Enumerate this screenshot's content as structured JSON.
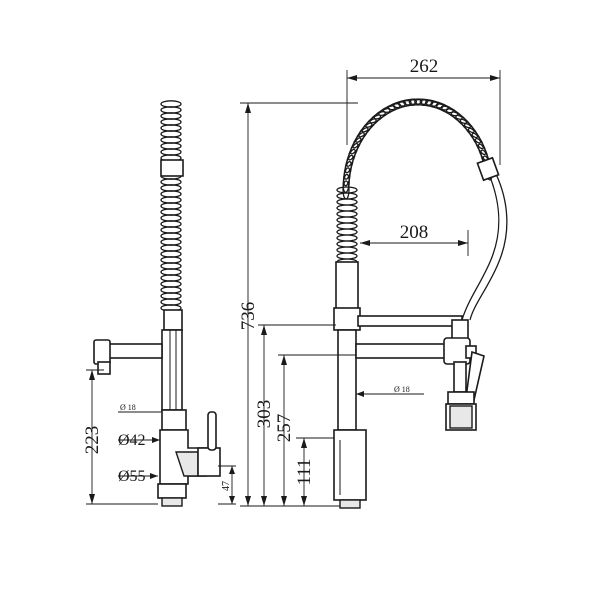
{
  "dimensions": {
    "overall_width": "262",
    "spout_reach": "208",
    "overall_height": "736",
    "spout_height": "303",
    "outlet_height": "257",
    "base_height": "111",
    "side_height": "223",
    "dia_small": "Ø 18",
    "dia_small_right": "Ø 18",
    "dia_42": "Ø42",
    "dia_55": "Ø55",
    "lever_small": "47"
  }
}
